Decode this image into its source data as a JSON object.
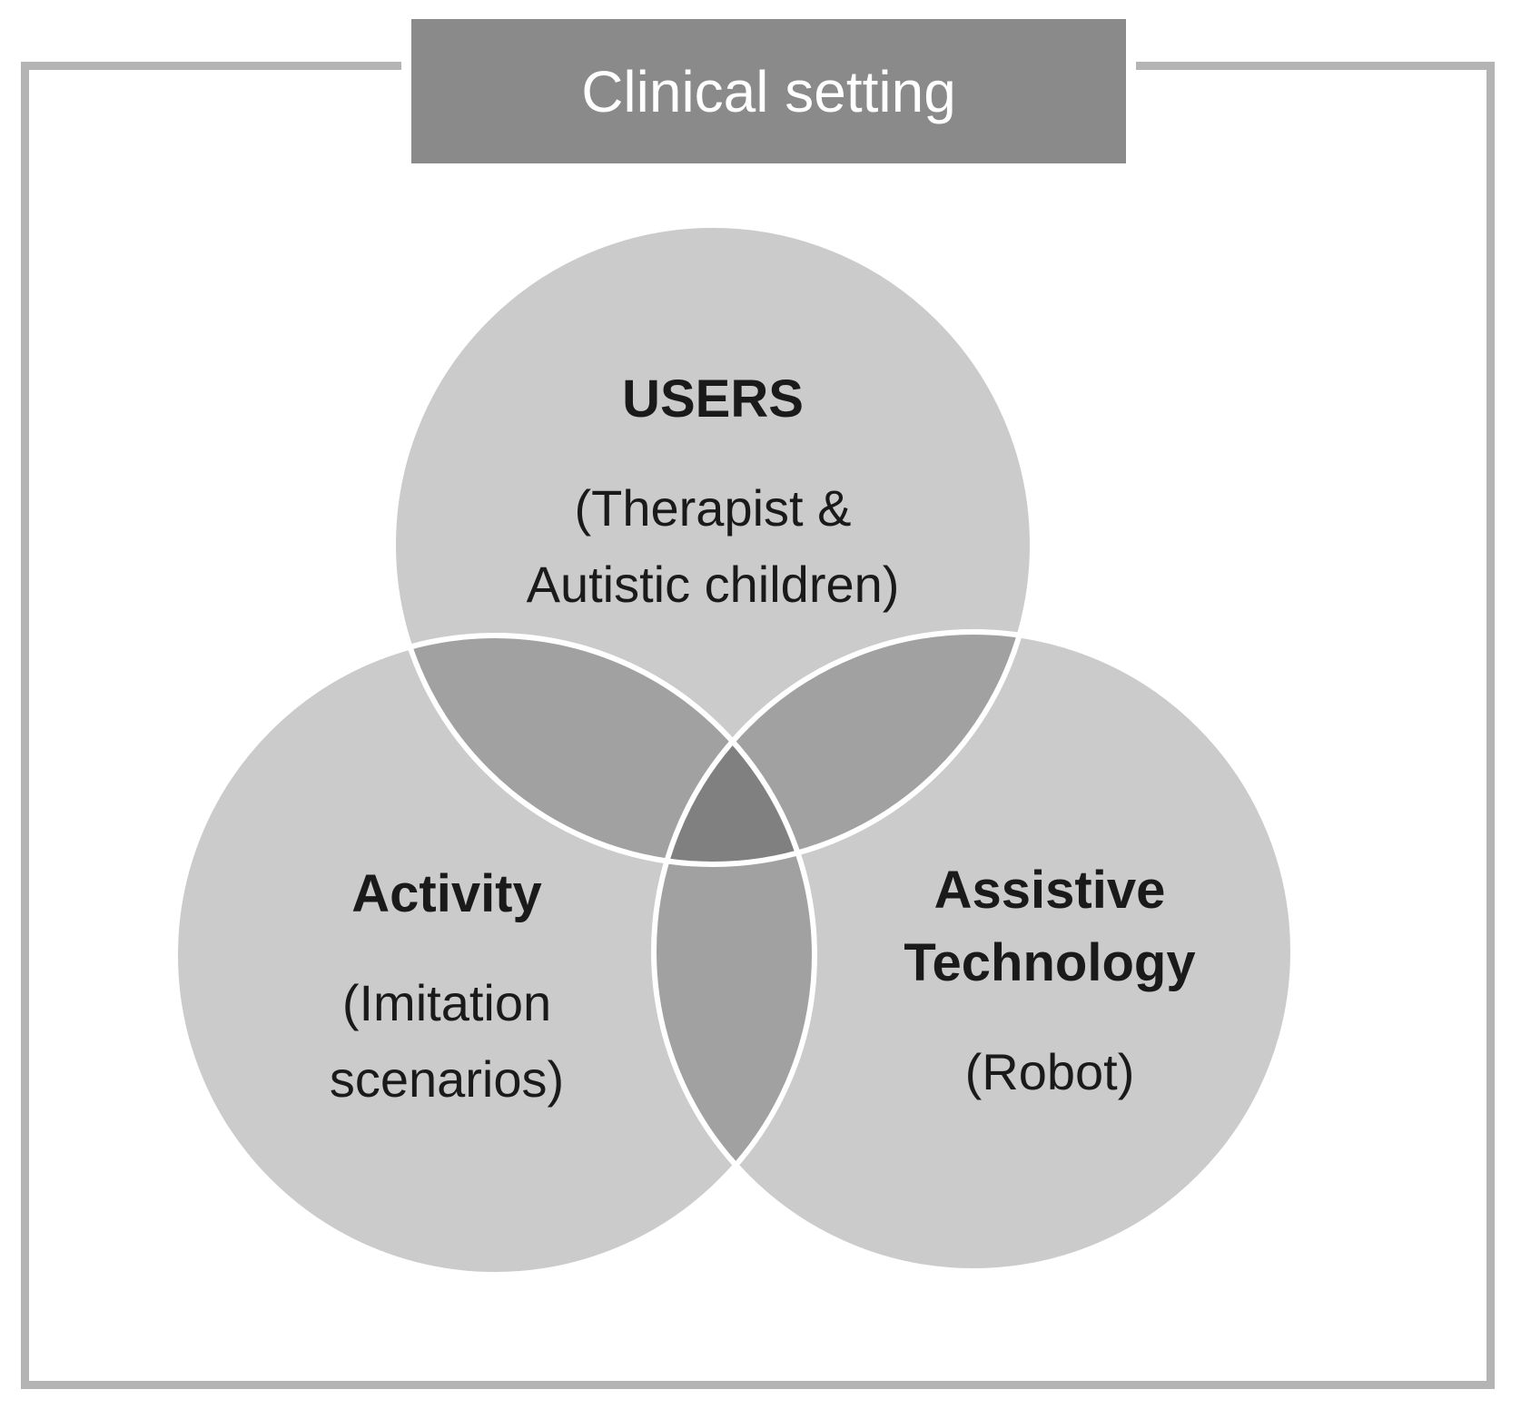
{
  "header": {
    "title": "Clinical setting"
  },
  "colors": {
    "header_bg": "#8a8a8a",
    "header_text": "#ffffff",
    "frame_border": "#b4b4b4",
    "circle_single_fill": "#c9c9c9",
    "circle_pair_overlap": "#9f9f9f",
    "circle_triple_overlap": "#7e7e7e",
    "circle_outline": "#ffffff",
    "label_text": "#1a1a1a"
  },
  "venn": {
    "users": {
      "title": "USERS",
      "subtitle_lines": [
        "(Therapist &",
        "Autistic children)"
      ]
    },
    "activity": {
      "title": "Activity",
      "subtitle_lines": [
        "(Imitation",
        "scenarios)"
      ]
    },
    "assistive_technology": {
      "title_lines": [
        "Assistive",
        "Technology"
      ],
      "subtitle_lines": [
        "(Robot)"
      ]
    }
  }
}
